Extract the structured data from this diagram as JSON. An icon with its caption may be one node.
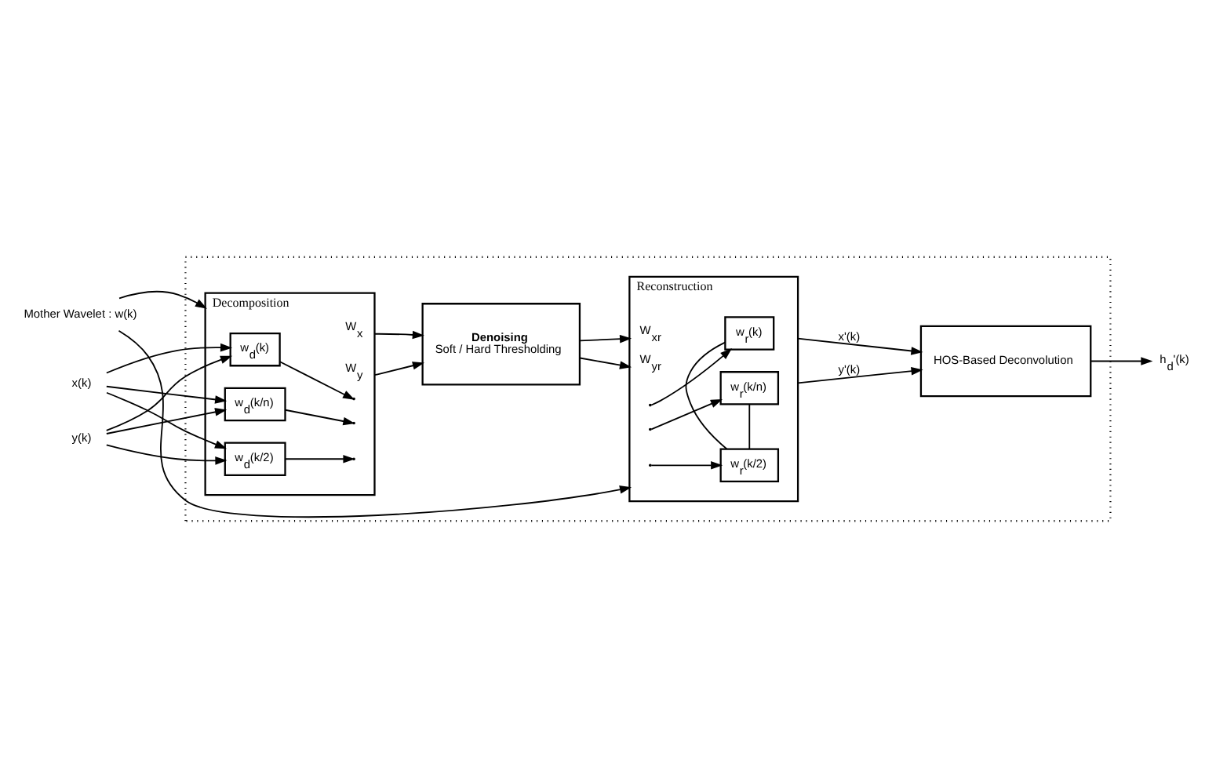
{
  "diagram": {
    "nodes": [
      {
        "text": [],
        "shape": "box"
      },
      {
        "text": [
          "Decomposition"
        ],
        "in": 0
      },
      {
        "text": [
          "w$_{d}$(k)"
        ],
        "in": 1
      },
      {
        "text": [
          "w$_{d}$(k/2)"
        ],
        "in": 1
      },
      {
        "text": [
          "w$_{d}$(k/n)"
        ],
        "in": 1
      },
      {
        "text": [
          "Denoising",
          "Soft / Hard Thresholding"
        ],
        "in": 0
      },
      {
        "text": [
          "Reconstruction"
        ],
        "in": 0
      },
      {
        "text": [
          "w$_{r}$(k)"
        ],
        "in": 6
      },
      {
        "text": [
          "w$_{r}$(k/2)"
        ],
        "in": 6
      },
      {
        "text": [
          "w$_{r}$(k/n)"
        ],
        "in": 6
      },
      {
        "text": [
          "HOS-Based Deconvolution"
        ],
        "in": 0
      },
      {
        "text": [
          "x(k)"
        ]
      },
      {
        "text": [
          "y(k)"
        ]
      },
      {
        "text": [
          "Mother Wavelet : w(k)"
        ]
      },
      {
        "text": [
          "h$_{d}$'(k)"
        ]
      }
    ],
    "edges": [
      {
        "from": 11,
        "to": 2,
        "arrow": "to"
      },
      {
        "from": 11,
        "to": 3,
        "arrow": "to"
      },
      {
        "from": 11,
        "to": 4,
        "arrow": "to"
      },
      {
        "from": 12,
        "to": 2,
        "arrow": "to"
      },
      {
        "from": 12,
        "to": 3,
        "arrow": "to"
      },
      {
        "from": 12,
        "to": 4,
        "arrow": "to"
      },
      {
        "from": 2,
        "to": null,
        "arrow": "to"
      },
      {
        "from": 3,
        "to": null,
        "arrow": "to"
      },
      {
        "from": 4,
        "to": null,
        "arrow": "to"
      },
      {
        "from": 1,
        "to": 5,
        "label": "W$_{x}$",
        "arrow": "to"
      },
      {
        "from": 1,
        "to": 5,
        "label": "W$_{y}$",
        "arrow": "to"
      },
      {
        "from": 5,
        "to": 6,
        "label": "W$_{xr}$",
        "arrow": "to"
      },
      {
        "from": 5,
        "to": 6,
        "label": "W$_{yr}$",
        "arrow": "to"
      },
      {
        "from": null,
        "to": 7,
        "arrow": "to"
      },
      {
        "from": null,
        "to": 8,
        "arrow": "to"
      },
      {
        "from": null,
        "to": 9,
        "arrow": "to"
      },
      {
        "from": 7,
        "to": 8,
        "arrow": "none"
      },
      {
        "from": 8,
        "to": 9,
        "arrow": "none"
      },
      {
        "from": 6,
        "to": 10,
        "label": "x'(k)",
        "arrow": "to"
      },
      {
        "from": 6,
        "to": 10,
        "label": "y'(k)",
        "arrow": "to"
      },
      {
        "from": 10,
        "to": 14,
        "arrow": "to"
      },
      {
        "from": 13,
        "to": 1,
        "arrow": "to"
      },
      {
        "from": 13,
        "to": 6,
        "arrow": "to"
      }
    ]
  }
}
